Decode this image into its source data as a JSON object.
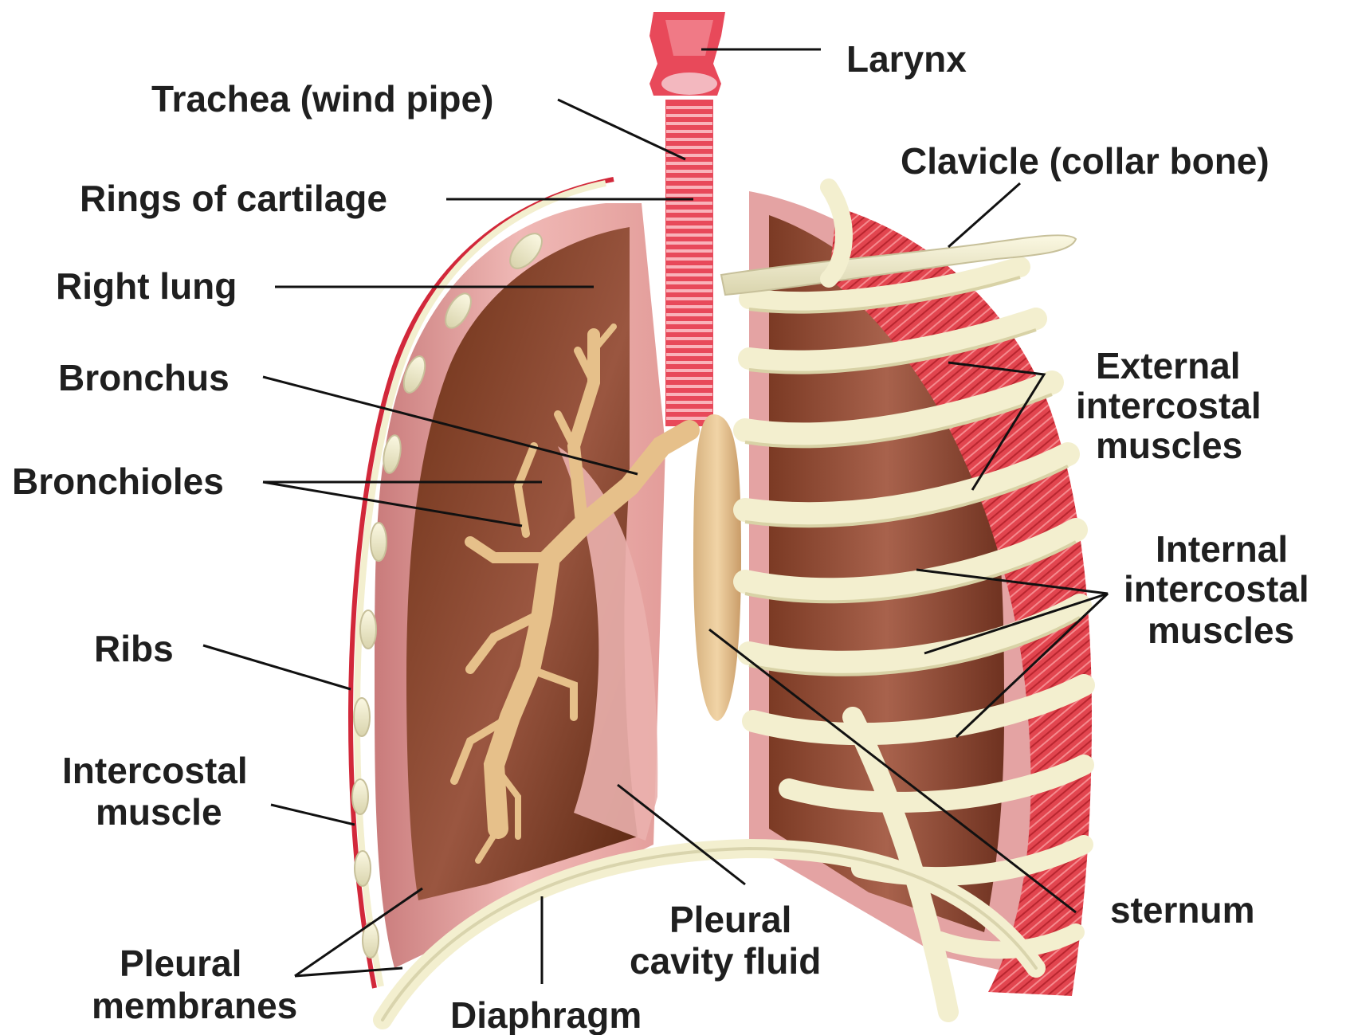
{
  "diagram": {
    "labels": {
      "larynx": "Larynx",
      "trachea": "Trachea (wind pipe)",
      "rings": "Rings of cartilage",
      "clavicle": "Clavicle (collar bone)",
      "right_lung": "Right lung",
      "bronchus": "Bronchus",
      "bronchioles": "Bronchioles",
      "external_1": "External",
      "external_2": "intercostal",
      "external_3": "muscles",
      "internal_1": "Internal",
      "internal_2": "intercostal",
      "internal_3": "muscles",
      "ribs": "Ribs",
      "intercostal_1": "Intercostal",
      "intercostal_2": "muscle",
      "pleural_fluid_1": "Pleural",
      "pleural_fluid_2": "cavity fluid",
      "sternum": "sternum",
      "pleural_mem_1": "Pleural",
      "pleural_mem_2": "membranes",
      "diaphragm": "Diaphragm"
    },
    "colors": {
      "lung_outer": "#e4a3a3",
      "lung_inner": "#7a3a1e",
      "cartilage": "#e8495a",
      "bone": "#f3efcf",
      "muscle": "#e0404c",
      "bronchus": "#e6c08a"
    }
  }
}
